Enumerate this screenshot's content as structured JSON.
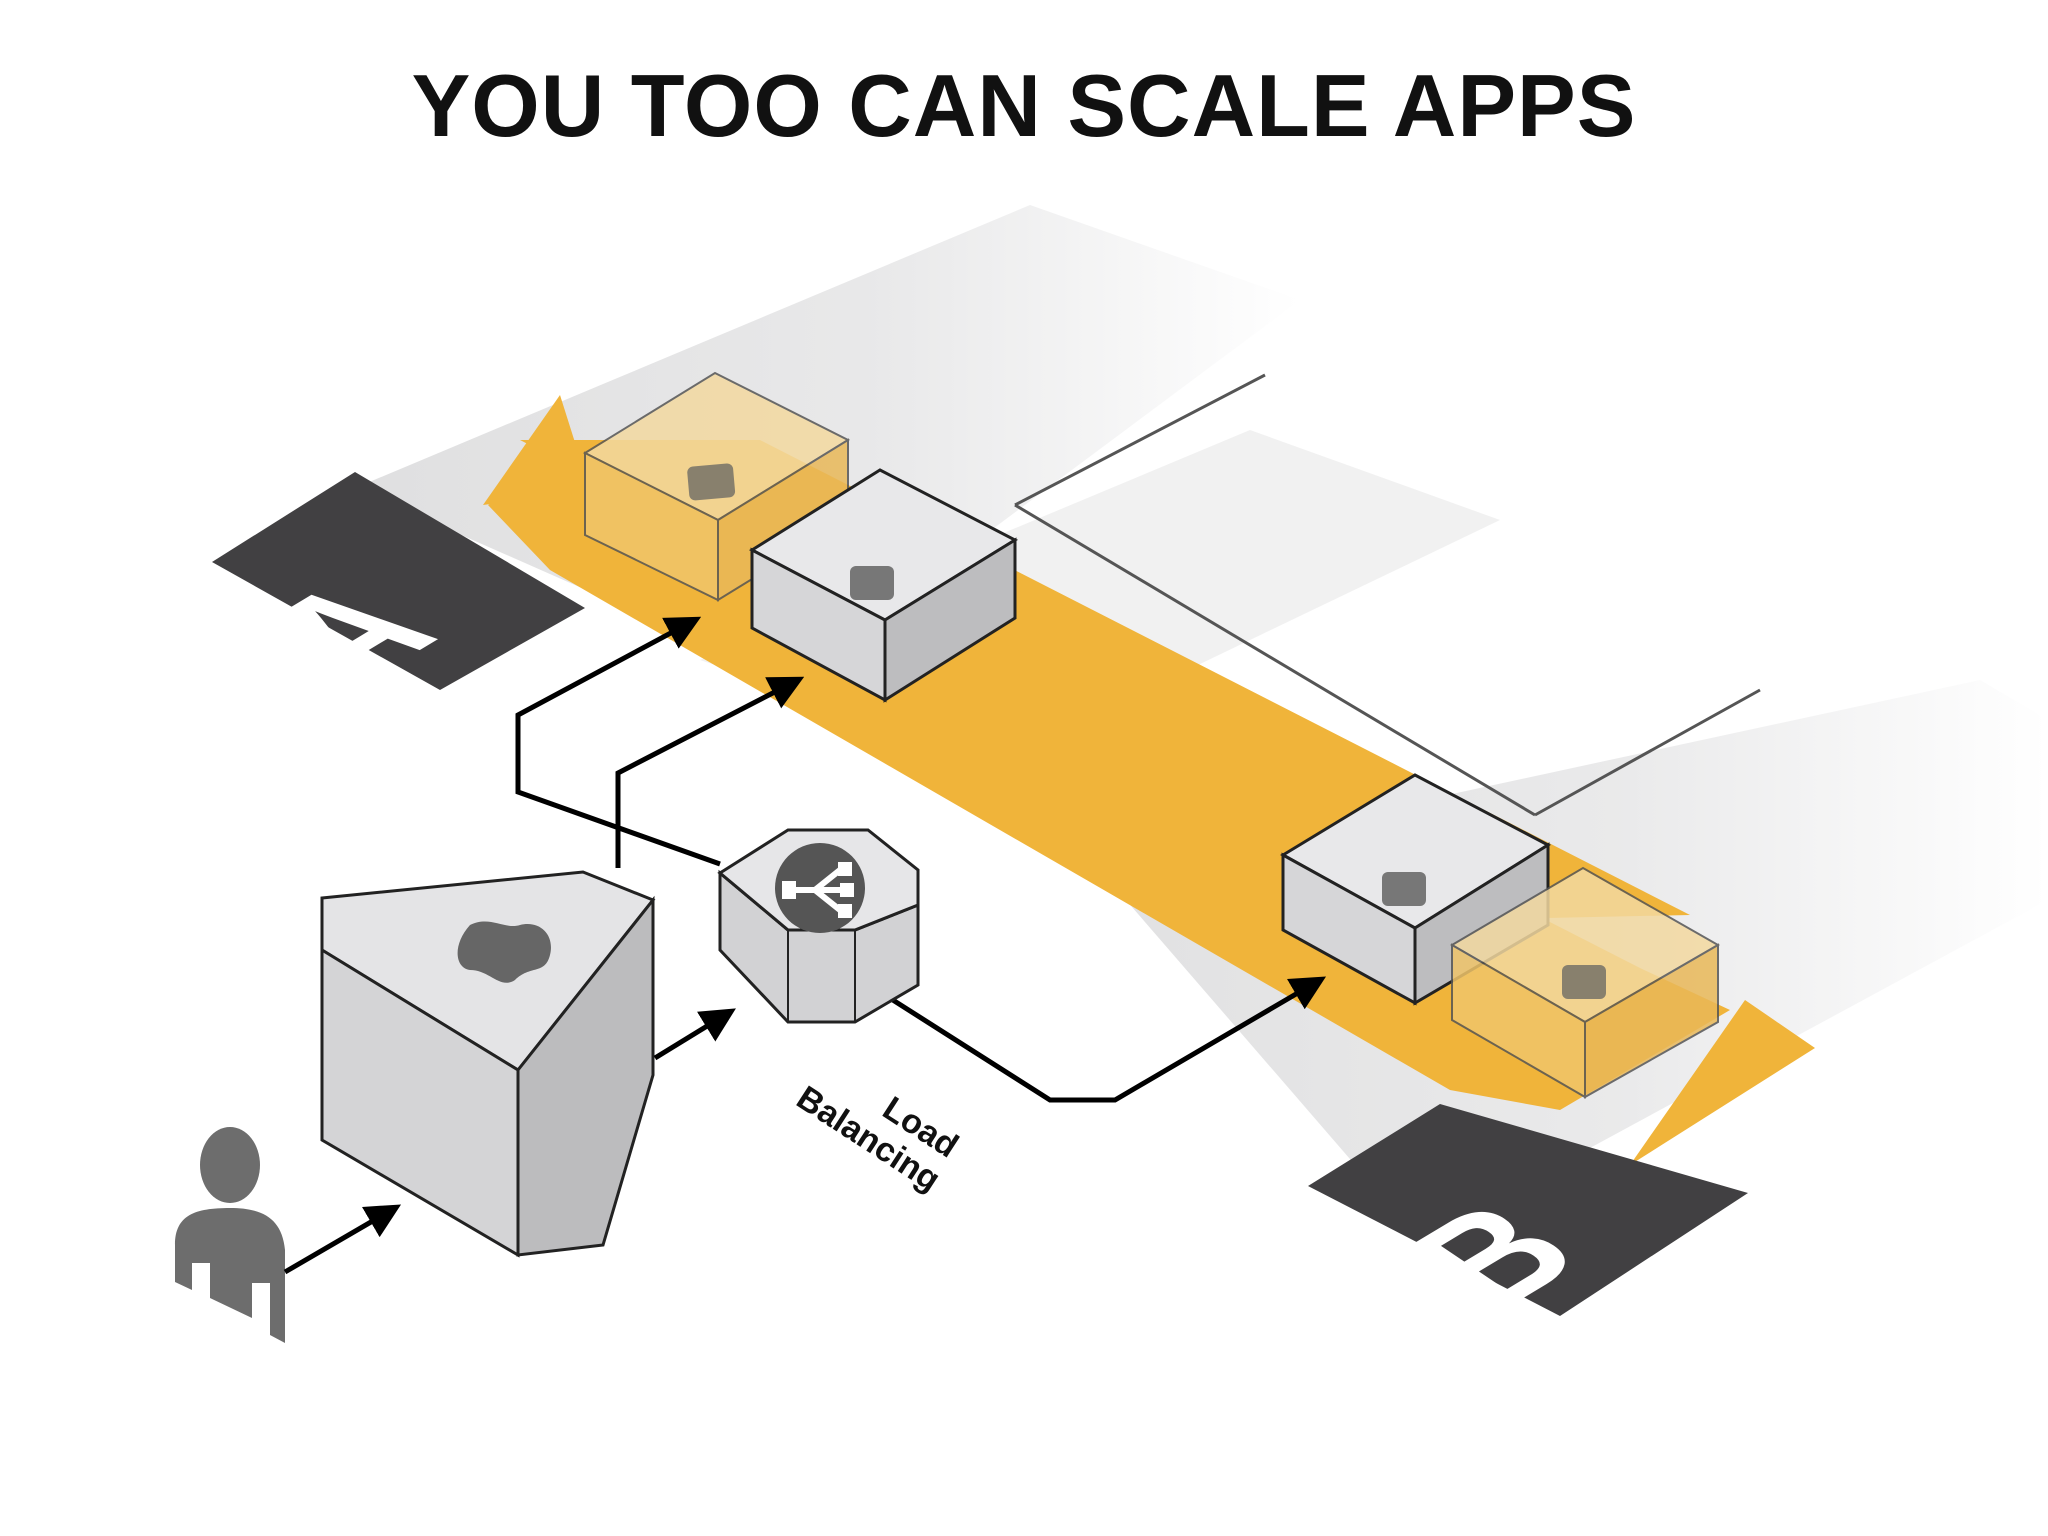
{
  "title": "YOU TOO CAN SCALE APPS",
  "zones": {
    "a_label": "A",
    "b_label": "B"
  },
  "load_balancer": {
    "label_line1": "Load",
    "label_line2": "Balancing",
    "icon": "load-balancer-icon"
  },
  "icons": {
    "user": "user-icon",
    "gateway": "shield-gateway-icon"
  },
  "colors": {
    "accent": "#f0b43a",
    "dark_tab": "#414042",
    "box_top": "#e8e8ea",
    "box_side": "#c9c9cb",
    "ghost_fill": "#f3c766"
  }
}
